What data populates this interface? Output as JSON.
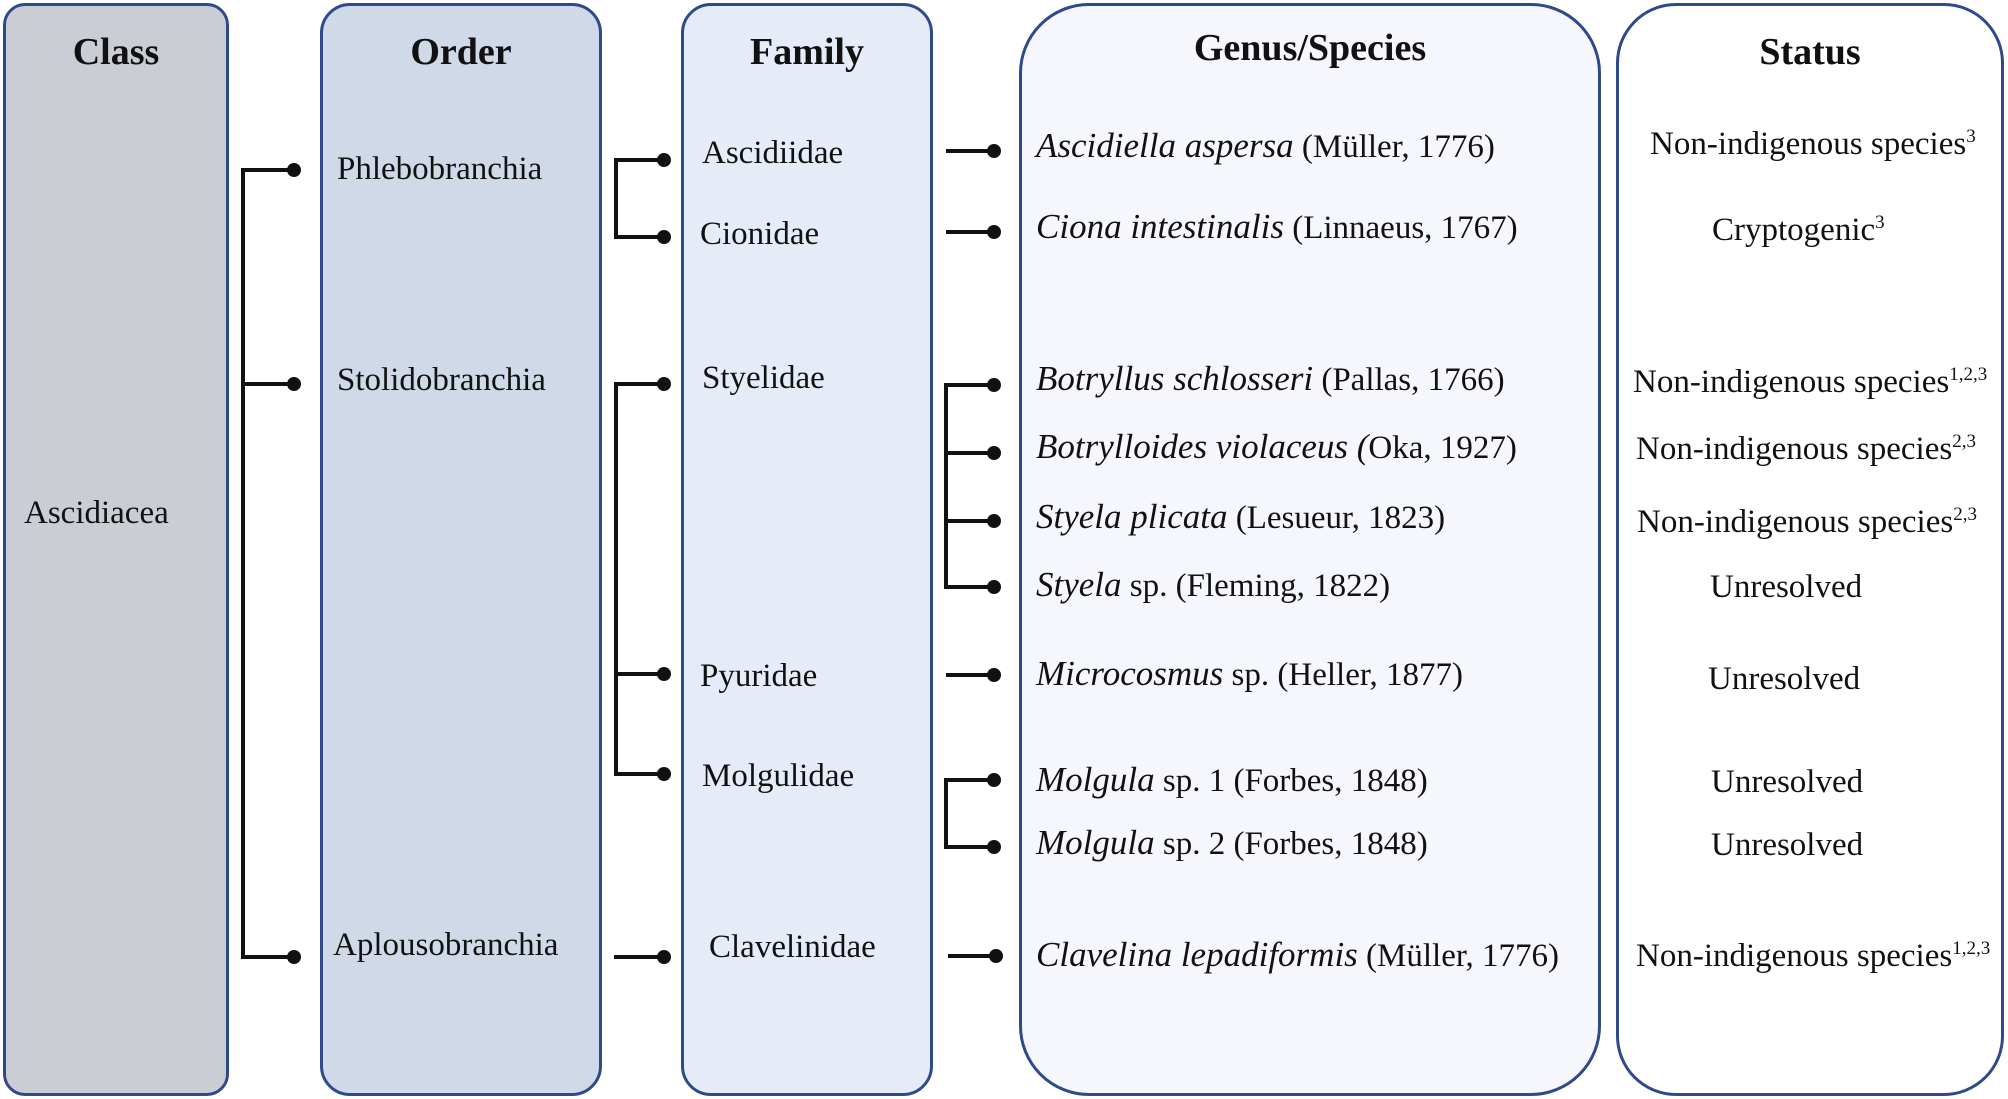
{
  "headers": {
    "class": "Class",
    "order": "Order",
    "family": "Family",
    "genus": "Genus/Species",
    "status": "Status"
  },
  "class_name": "Ascidiacea",
  "orders": [
    "Phlebobranchia",
    "Stolidobranchia",
    "Aplousobranchia"
  ],
  "families": [
    "Ascidiidae",
    "Cionidae",
    "Styelidae",
    "Pyuridae",
    "Molgulidae",
    "Clavelinidae"
  ],
  "species": [
    {
      "genus": "Ascidiella aspersa",
      "rest": "",
      "author": "(Müller, 1776)"
    },
    {
      "genus": "Ciona intestinalis",
      "rest": "",
      "author": "(Linnaeus, 1767)"
    },
    {
      "genus": "Botryllus schlosseri",
      "rest": "",
      "author": "(Pallas, 1766)"
    },
    {
      "genus": "Botrylloides violaceus (",
      "rest": "",
      "author": "Oka, 1927)"
    },
    {
      "genus": "Styela plicata",
      "rest": "",
      "author": "(Lesueur, 1823)"
    },
    {
      "genus": "Styela",
      "rest": "sp.",
      "author": "(Fleming, 1822)"
    },
    {
      "genus": "Microcosmus",
      "rest": "sp.",
      "author": "(Heller, 1877)"
    },
    {
      "genus": "Molgula",
      "rest": "sp. 1",
      "author": "(Forbes, 1848)"
    },
    {
      "genus": "Molgula",
      "rest": "sp. 2",
      "author": "(Forbes, 1848)"
    },
    {
      "genus": "Clavelina lepadiformis",
      "rest": "",
      "author": "(Müller, 1776)"
    }
  ],
  "statuses": [
    {
      "text": "Non-indigenous species",
      "sup": "3"
    },
    {
      "text": "Cryptogenic",
      "sup": "3"
    },
    {
      "text": "Non-indigenous species",
      "sup": "1,2,3"
    },
    {
      "text": "Non-indigenous species",
      "sup": "2,3"
    },
    {
      "text": "Non-indigenous species",
      "sup": "2,3"
    },
    {
      "text": "Unresolved",
      "sup": ""
    },
    {
      "text": "Unresolved",
      "sup": ""
    },
    {
      "text": "Unresolved",
      "sup": ""
    },
    {
      "text": "Unresolved",
      "sup": ""
    },
    {
      "text": "Non-indigenous species",
      "sup": "1,2,3"
    }
  ],
  "colors": {
    "border": "#2f4a8a",
    "class_fill": "#cbcdd4",
    "order_fill": "#cfd9e8",
    "family_fill": "#e6ecf7",
    "genus_fill": "#f5f7fc",
    "status_fill": "#ffffff",
    "line": "#111111"
  }
}
